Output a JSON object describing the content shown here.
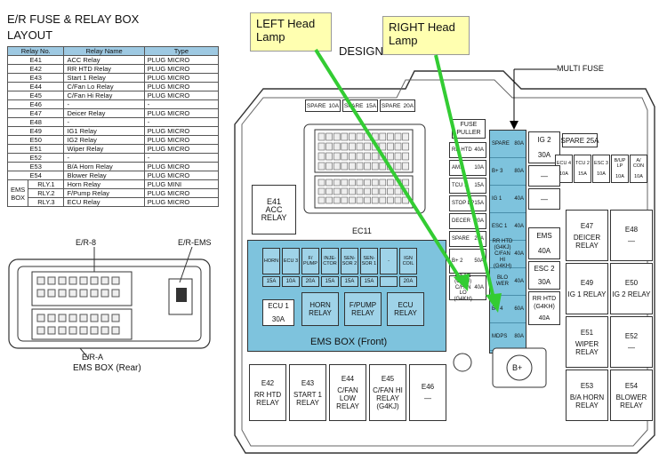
{
  "header": {
    "title_line1": "E/R FUSE & RELAY BOX",
    "title_line2": "LAYOUT",
    "subtitle": "DESIGN        RELAY ONLY",
    "multi_fuse": "MULTI FUSE"
  },
  "callouts": {
    "left": "LEFT Head\nLamp",
    "right": "RIGHT Head\nLamp"
  },
  "relay_table": {
    "headers": [
      "Relay No.",
      "Relay Name",
      "Type"
    ],
    "rows": [
      [
        "E41",
        "ACC Relay",
        "PLUG MICRO"
      ],
      [
        "E42",
        "RR HTD Relay",
        "PLUG MICRO"
      ],
      [
        "E43",
        "Start 1 Relay",
        "PLUG MICRO"
      ],
      [
        "E44",
        "C/Fan Lo Relay",
        "PLUG MICRO"
      ],
      [
        "E45",
        "C/Fan Hi Relay",
        "PLUG MICRO"
      ],
      [
        "E46",
        "-",
        "-"
      ],
      [
        "E47",
        "Deicer Relay",
        "PLUG MICRO"
      ],
      [
        "E48",
        "-",
        "-"
      ],
      [
        "E49",
        "IG1 Relay",
        "PLUG MICRO"
      ],
      [
        "E50",
        "IG2 Relay",
        "PLUG MICRO"
      ],
      [
        "E51",
        "Wiper Relay",
        "PLUG MICRO"
      ],
      [
        "E52",
        "-",
        "-"
      ],
      [
        "E53",
        "B/A Horn Relay",
        "PLUG MICRO"
      ],
      [
        "E54",
        "Blower Relay",
        "PLUG MICRO"
      ]
    ],
    "ems_label": "EMS BOX",
    "ems_rows": [
      [
        "RLY.1",
        "Horn Relay",
        "PLUG MINI"
      ],
      [
        "RLY.2",
        "F/Pump Relay",
        "PLUG MICRO"
      ],
      [
        "RLY.3",
        "ECU Relay",
        "PLUG MICRO"
      ]
    ]
  },
  "rear": {
    "er8": "E/R-8",
    "erems": "E/R-EMS",
    "era": "E/R-A",
    "caption": "EMS BOX (Rear)"
  },
  "top_fuses": [
    {
      "name": "SPARE",
      "rating": "10A"
    },
    {
      "name": "SPARE",
      "rating": "15A"
    },
    {
      "name": "SPARE",
      "rating": "20A"
    }
  ],
  "fuse_puller": "FUSE\nPULLER",
  "mid_fuses": [
    {
      "name": "RR HTD",
      "rating": "40A"
    },
    {
      "name": "AMS",
      "rating": "10A"
    },
    {
      "name": "TCU 1",
      "rating": "15A"
    },
    {
      "name": "STOP LP",
      "rating": "15A"
    },
    {
      "name": "DECER",
      "rating": "20A"
    },
    {
      "name": "SPARE",
      "rating": "20A"
    },
    {
      "name": "B+ 2",
      "rating": "50A"
    },
    {
      "name": "C/FAN (G4KJ) C/FAN LO (G4KH)",
      "rating": "40A"
    }
  ],
  "midtop": {
    "label1": "SPARE",
    "label1b": "10A"
  },
  "multi_fuse_items": [
    {
      "name": "SPARE",
      "rating": "80A"
    },
    {
      "name": "B+ 3",
      "rating": "80A"
    },
    {
      "name": "IG 1",
      "rating": "40A"
    },
    {
      "name": "ESC 1",
      "rating": "40A"
    },
    {
      "name": "RR HTD (G4KJ) C/FAN HI (G4KH)",
      "rating": "40A"
    },
    {
      "name": "BLO WER",
      "rating": "40A"
    },
    {
      "name": "B+ 4",
      "rating": "60A"
    },
    {
      "name": "MDPS",
      "rating": "80A"
    }
  ],
  "right_col": {
    "ig2": "IG 2",
    "ig2_rating": "30A",
    "spare": "SPARE",
    "spare_rating": "25A",
    "small": [
      {
        "name": "ECU 4",
        "rating": "10A"
      },
      {
        "name": "TCU 2",
        "rating": "15A"
      },
      {
        "name": "ESC 3",
        "rating": "10A"
      },
      {
        "name": "B/UP LP",
        "rating": "10A"
      },
      {
        "name": "A/ CON",
        "rating": "10A"
      }
    ],
    "dash": "—",
    "ems": "EMS",
    "ems_rating": "40A",
    "esc2": "ESC 2",
    "esc2_rating": "30A",
    "rrhtd": "RR HTD (G4KH)",
    "rrhtd_rating": "40A"
  },
  "relays_right": [
    {
      "id": "E47",
      "name": "DEICER RELAY"
    },
    {
      "id": "E48",
      "name": "—"
    },
    {
      "id": "E49",
      "name": "IG 1 RELAY"
    },
    {
      "id": "E50",
      "name": "IG 2 RELAY"
    },
    {
      "id": "E51",
      "name": "WIPER RELAY"
    },
    {
      "id": "E52",
      "name": "—"
    },
    {
      "id": "E53",
      "name": "B/A HORN RELAY"
    },
    {
      "id": "E54",
      "name": "BLOWER RELAY"
    }
  ],
  "relays_bottom": [
    {
      "id": "E42",
      "name": "RR HTD RELAY"
    },
    {
      "id": "E43",
      "name": "START 1 RELAY"
    },
    {
      "id": "E44",
      "name": "C/FAN LOW RELAY"
    },
    {
      "id": "E45",
      "name": "C/FAN HI RELAY (G4KJ)"
    },
    {
      "id": "E46",
      "name": "—"
    }
  ],
  "e41": {
    "id": "E41",
    "name": "ACC RELAY"
  },
  "ec11": "EC11",
  "ems_box": {
    "caption": "EMS BOX (Front)",
    "fuses": [
      {
        "name": "HORN",
        "rating": "15A"
      },
      {
        "name": "ECU 3",
        "rating": "10A"
      },
      {
        "name": "F/ PUMP",
        "rating": "20A"
      },
      {
        "name": "INJE- CTOR",
        "rating": "15A"
      },
      {
        "name": "SEN- SOR 2",
        "rating": "15A"
      },
      {
        "name": "SEN- SOR 1",
        "rating": "15A"
      },
      {
        "name": "-",
        "rating": ""
      },
      {
        "name": "IGN COIL",
        "rating": "20A"
      }
    ],
    "ecu1": "ECU 1",
    "ecu1_rating": "30A",
    "relays": [
      {
        "name": "HORN RELAY"
      },
      {
        "name": "F/PUMP RELAY"
      },
      {
        "name": "ECU RELAY"
      }
    ]
  },
  "bplus": "B+",
  "colors": {
    "blue": "#7ec3dd",
    "callout": "#ffffb0",
    "arrow": "#33cc33"
  }
}
